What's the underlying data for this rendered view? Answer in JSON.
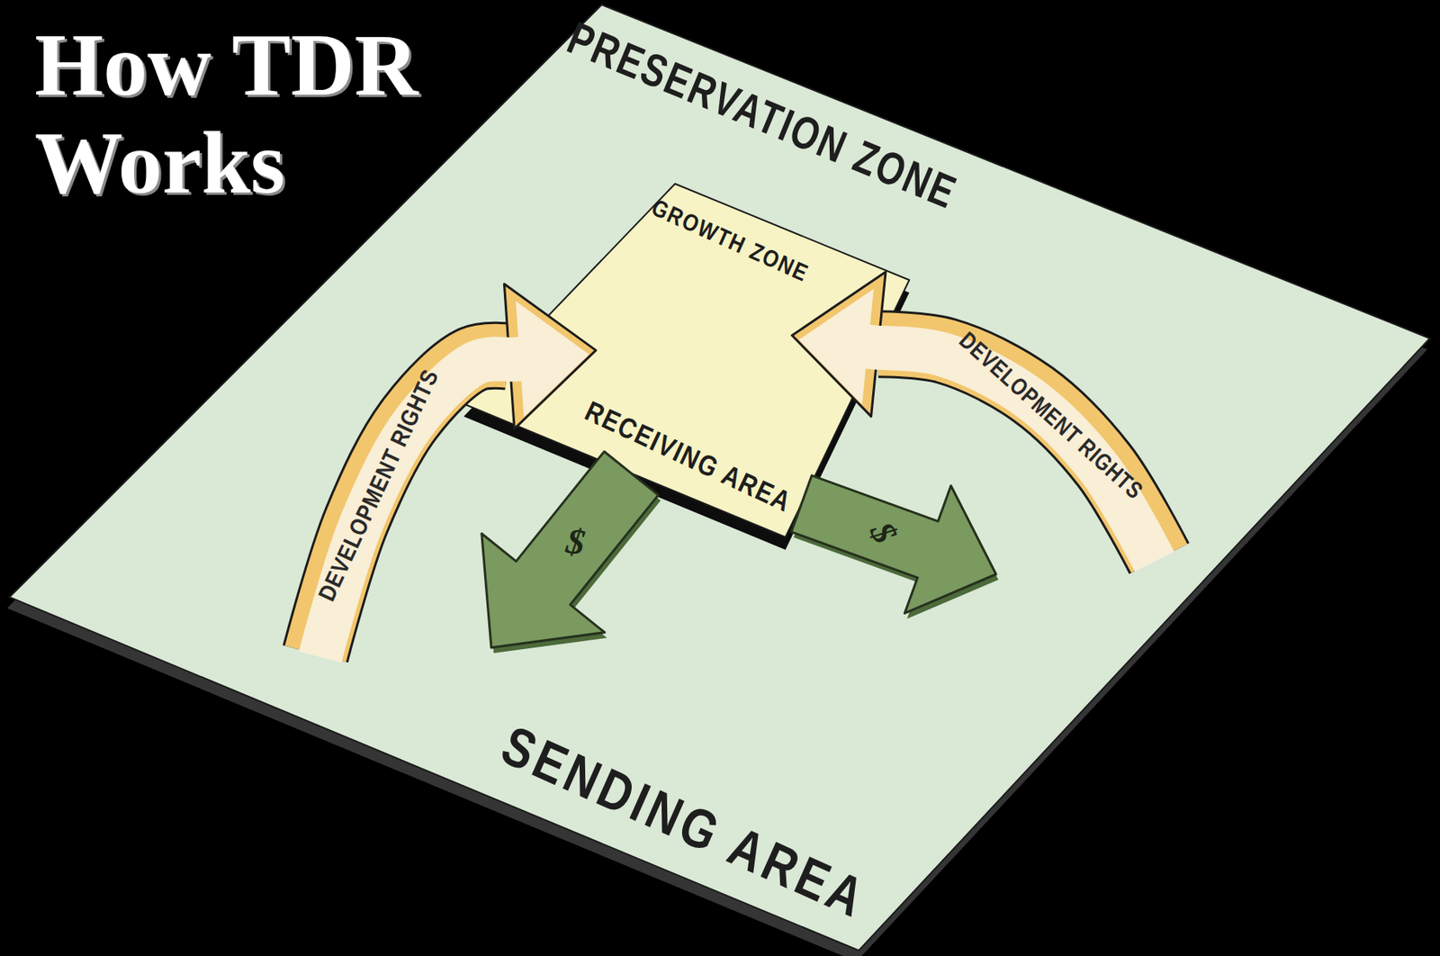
{
  "diagram": {
    "title": "How TDR Works",
    "nodes": [
      {
        "text": [
          "PRESERVATION ZONE",
          "SENDING AREA"
        ]
      },
      {
        "text": [
          "GROWTH ZONE",
          "RECEIVING AREA"
        ],
        "in": 0
      }
    ],
    "edges": [
      {
        "from": 0,
        "to": 1,
        "arrow": "to",
        "label": "DEVELOPMENT RIGHTS"
      },
      {
        "from": 0,
        "to": 1,
        "arrow": "to",
        "label": "DEVELOPMENT RIGHTS"
      },
      {
        "from": 1,
        "to": 0,
        "arrow": "to",
        "label": "$"
      },
      {
        "from": 1,
        "to": 0,
        "arrow": "to",
        "label": "$"
      }
    ]
  }
}
